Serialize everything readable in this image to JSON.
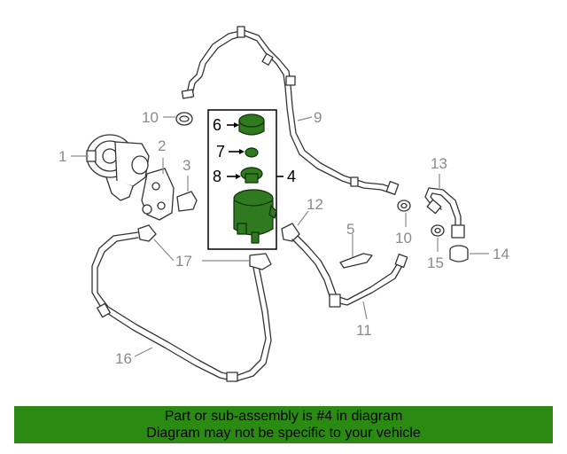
{
  "callouts": {
    "c1": "1",
    "c2": "2",
    "c3": "3",
    "c4": "4",
    "c5": "5",
    "c6": "6",
    "c7": "7",
    "c8": "8",
    "c9": "9",
    "c10a": "10",
    "c10b": "10",
    "c11": "11",
    "c12": "12",
    "c13": "13",
    "c14": "14",
    "c15": "15",
    "c16": "16",
    "c17": "17"
  },
  "banner": {
    "line1": "Part or sub-assembly is #4 in diagram",
    "line2": "Diagram may not be specific to your vehicle"
  },
  "colors": {
    "highlight": "#2f7a1e",
    "banner": "#2a8a12",
    "callout_text": "#8a8a8a"
  }
}
